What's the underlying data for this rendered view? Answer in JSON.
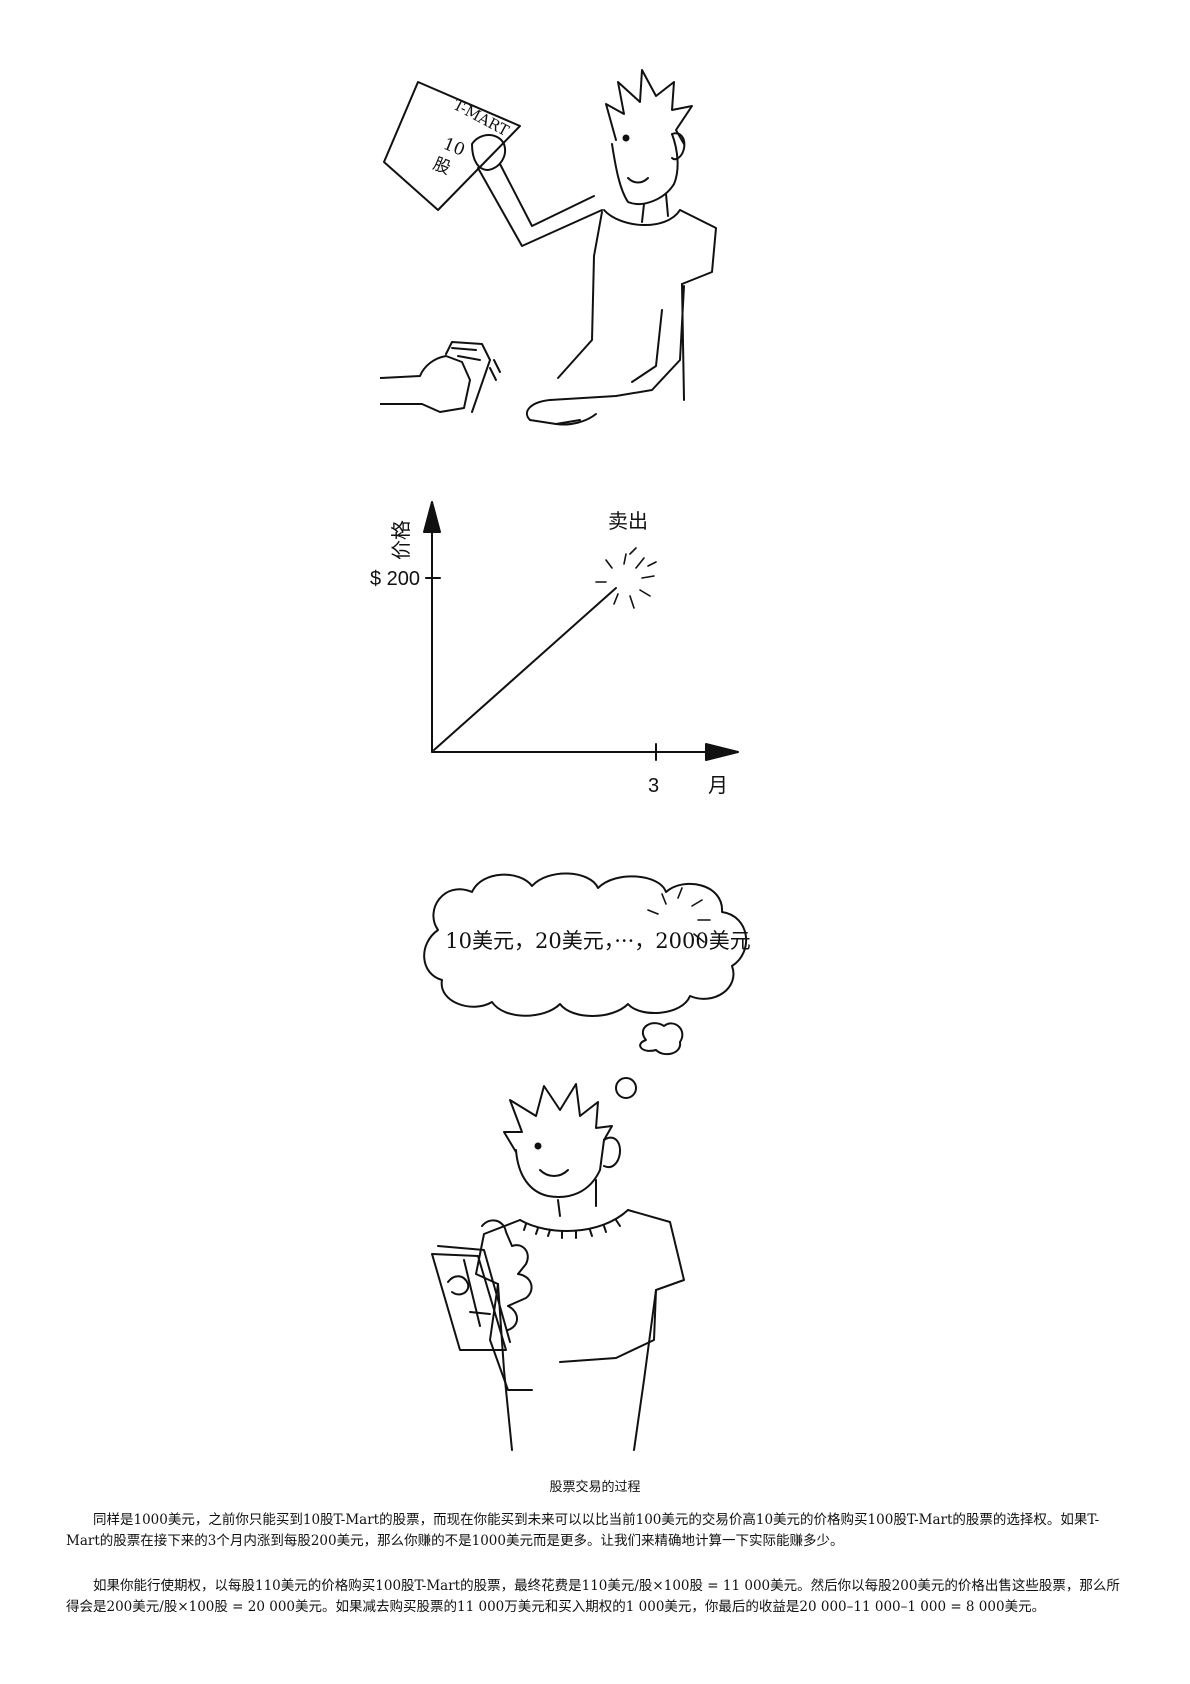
{
  "illustration_top": {
    "certificate_line1": "T-MART",
    "certificate_line2": "10",
    "certificate_line3": "股"
  },
  "price_sketch": {
    "y_axis_label": "价格",
    "x_axis_label": "月",
    "y_tick_label": "$ 200",
    "x_tick_label": "3",
    "annotation": "卖出"
  },
  "illustration_bottom": {
    "thought_text": "10美元，20美元，···，2000美元"
  },
  "caption": "股票交易的过程",
  "paragraphs": [
    "同样是1000美元，之前你只能买到10股T-Mart的股票，而现在你能买到未来可以以比当前100美元的交易价高10美元的价格购买100股T-Mart的股票的选择权。如果T-Mart的股票在接下来的3个月内涨到每股200美元，那么你赚的不是1000美元而是更多。让我们来精确地计算一下实际能赚多少。",
    "如果你能行使期权，以每股110美元的价格购买100股T-Mart的股票，最终花费是110美元/股×100股 = 11 000美元。然后你以每股200美元的价格出售这些股票，那么所得会是200美元/股×100股 = 20 000美元。如果减去购买股票的11 000万美元和买入期权的1 000美元，你最后的收益是20 000–11 000–1 000 = 8 000美元。"
  ]
}
